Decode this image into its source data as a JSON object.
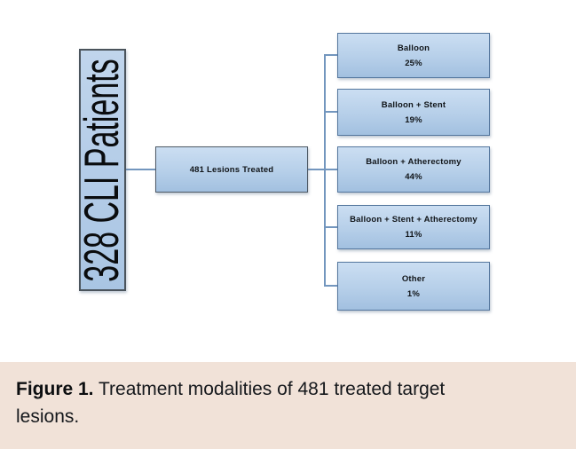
{
  "figure": {
    "root_label": "328 CLI Patients",
    "middle_label": "481 Lesions Treated",
    "branches": [
      {
        "label": "Balloon",
        "percent": "25%"
      },
      {
        "label": "Balloon + Stent",
        "percent": "19%"
      },
      {
        "label": "Balloon + Atherectomy",
        "percent": "44%"
      },
      {
        "label": "Balloon + Stent + Atherectomy",
        "percent": "11%"
      },
      {
        "label": "Other",
        "percent": "1%"
      }
    ]
  },
  "caption": {
    "label": "Figure 1.",
    "text": "Treatment modalities of 481 treated target lesions."
  },
  "colors": {
    "box_fill_top": "#cbdef2",
    "box_fill_bottom": "#a2c0e0",
    "box_border": "#55779e",
    "root_border": "#4b545c",
    "connector": "#7396be",
    "caption_bg": "#f1e2d8"
  }
}
